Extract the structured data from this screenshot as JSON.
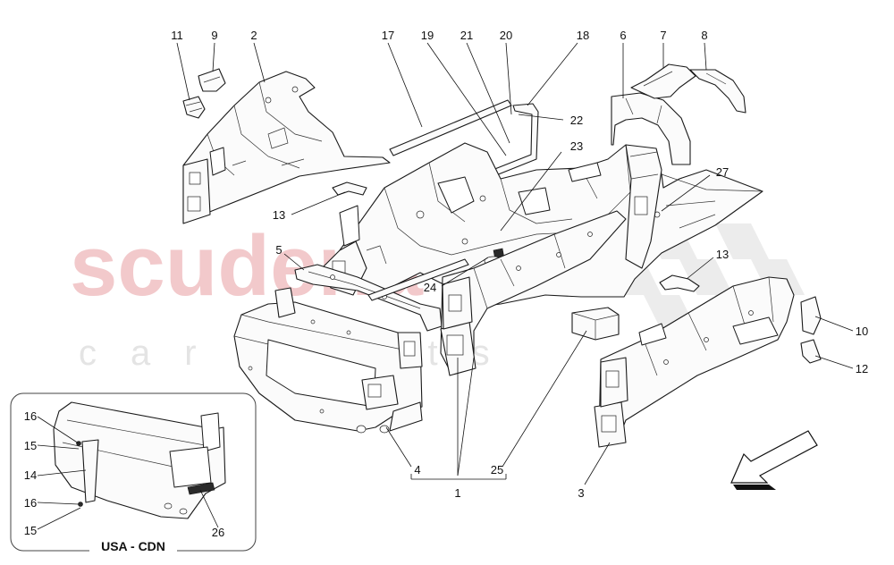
{
  "watermark": {
    "brand": "scuderia",
    "tagline": "car parts"
  },
  "inset": {
    "label": "USA - CDN"
  },
  "callouts": {
    "c1": "1",
    "c2": "2",
    "c3": "3",
    "c4": "4",
    "c5": "5",
    "c6": "6",
    "c7": "7",
    "c8": "8",
    "c9": "9",
    "c10": "10",
    "c11": "11",
    "c12": "12",
    "c13a": "13",
    "c13b": "13",
    "c14": "14",
    "c15a": "15",
    "c15b": "15",
    "c16a": "16",
    "c16b": "16",
    "c17": "17",
    "c18": "18",
    "c19": "19",
    "c20": "20",
    "c21": "21",
    "c22": "22",
    "c23": "23",
    "c24": "24",
    "c25": "25",
    "c26": "26",
    "c27": "27"
  },
  "colors": {
    "watermark_red": "#f2c9cb",
    "watermark_grey": "#e4e4e4",
    "line": "#1a1a1a"
  }
}
